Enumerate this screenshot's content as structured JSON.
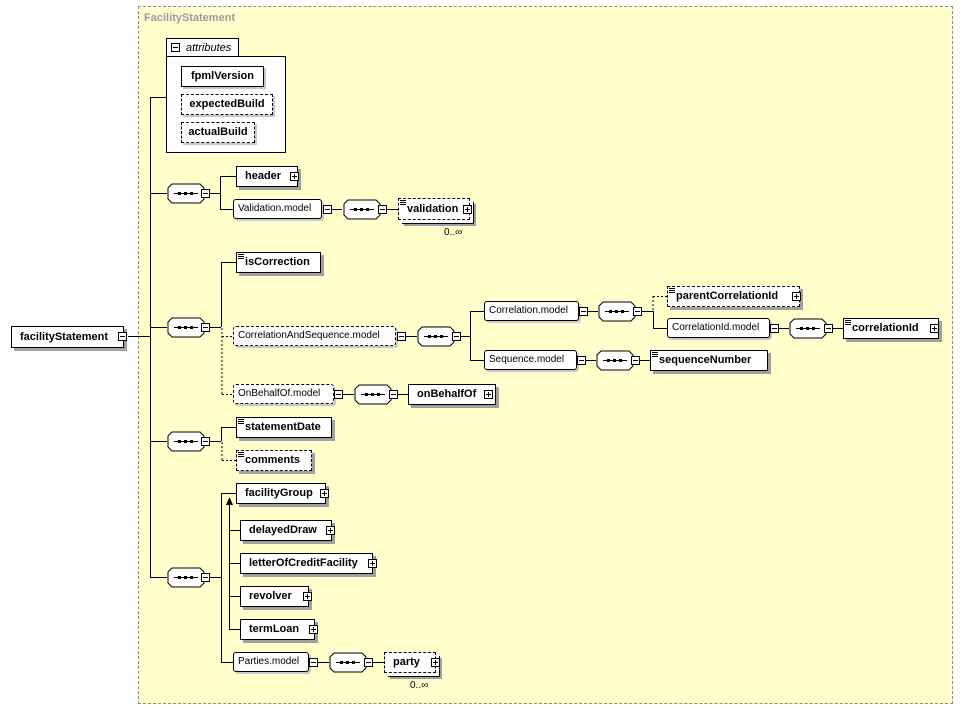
{
  "panel": {
    "title": "FacilityStatement"
  },
  "root": {
    "label": "facilityStatement"
  },
  "attributes": {
    "label": "attributes",
    "items": [
      "fpmlVersion",
      "expectedBuild",
      "actualBuild"
    ]
  },
  "seq1": {
    "header": "header",
    "validation_model": "Validation.model",
    "validation": "validation",
    "validation_card": "0..∞"
  },
  "seq2": {
    "isCorrection": "isCorrection",
    "corr_and_seq_model": "CorrelationAndSequence.model",
    "correlation_model": "Correlation.model",
    "parentCorrelationId": "parentCorrelationId",
    "correlationId_model": "CorrelationId.model",
    "correlationId": "correlationId",
    "sequence_model": "Sequence.model",
    "sequenceNumber": "sequenceNumber",
    "onBehalfOf_model": "OnBehalfOf.model",
    "onBehalfOf": "onBehalfOf"
  },
  "seq3": {
    "statementDate": "statementDate",
    "comments": "comments"
  },
  "seq4": {
    "facilityGroup": "facilityGroup",
    "delayedDraw": "delayedDraw",
    "letterOfCreditFacility": "letterOfCreditFacility",
    "revolver": "revolver",
    "termLoan": "termLoan",
    "parties_model": "Parties.model",
    "party": "party",
    "party_card": "0..∞"
  }
}
